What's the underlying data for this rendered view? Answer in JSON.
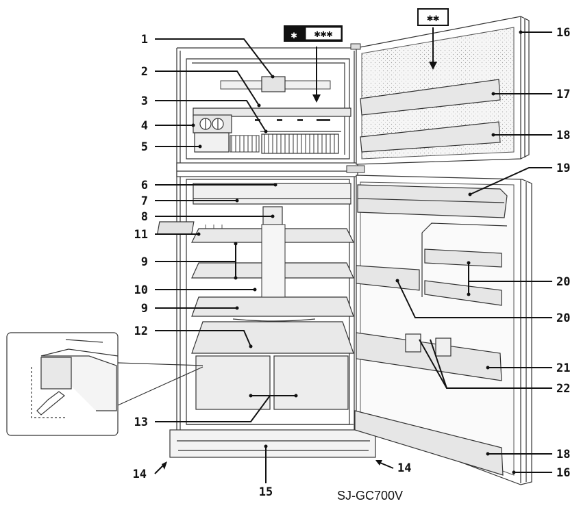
{
  "diagram": {
    "model_label": "SJ-GC700V",
    "freezer_badge": {
      "flake": "✱",
      "stars": "✱✱✱"
    },
    "door_badge": {
      "stars": "✱✱"
    },
    "callouts": [
      {
        "id": "c1",
        "text": "1"
      },
      {
        "id": "c2",
        "text": "2"
      },
      {
        "id": "c3",
        "text": "3"
      },
      {
        "id": "c4",
        "text": "4"
      },
      {
        "id": "c5",
        "text": "5"
      },
      {
        "id": "c6",
        "text": "6"
      },
      {
        "id": "c7",
        "text": "7"
      },
      {
        "id": "c8",
        "text": "8"
      },
      {
        "id": "c11",
        "text": "11"
      },
      {
        "id": "c9a",
        "text": "9"
      },
      {
        "id": "c10",
        "text": "10"
      },
      {
        "id": "c9b",
        "text": "9"
      },
      {
        "id": "c12",
        "text": "12"
      },
      {
        "id": "c13",
        "text": "13"
      },
      {
        "id": "c14a",
        "text": "14"
      },
      {
        "id": "c15",
        "text": "15"
      },
      {
        "id": "c14b",
        "text": "14"
      },
      {
        "id": "c16a",
        "text": "16"
      },
      {
        "id": "c17",
        "text": "17"
      },
      {
        "id": "c18a",
        "text": "18"
      },
      {
        "id": "c19",
        "text": "19"
      },
      {
        "id": "c20a",
        "text": "20"
      },
      {
        "id": "c20b",
        "text": "20"
      },
      {
        "id": "c21",
        "text": "21"
      },
      {
        "id": "c22",
        "text": "22"
      },
      {
        "id": "c18b",
        "text": "18"
      },
      {
        "id": "c16b",
        "text": "16"
      }
    ]
  }
}
